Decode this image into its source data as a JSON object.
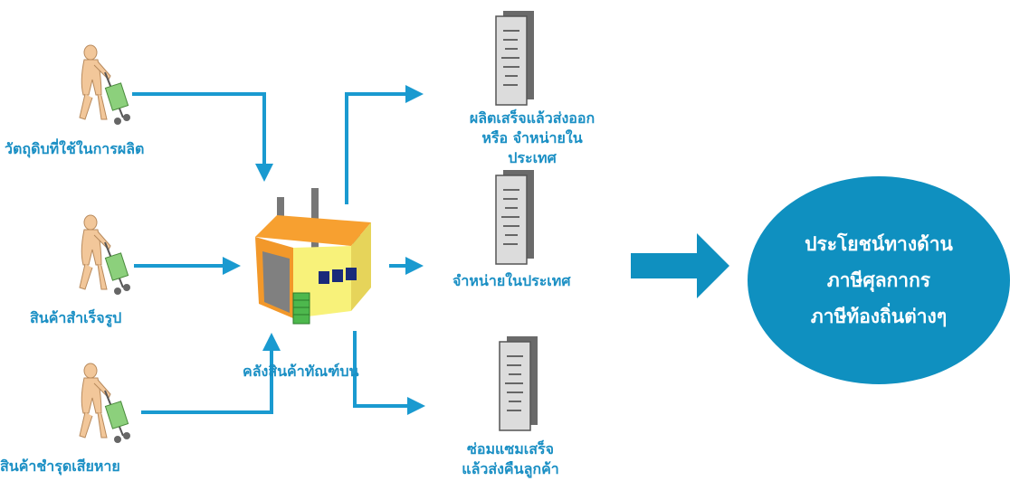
{
  "colors": {
    "flow": "#1a9ad0",
    "text": "#1a8fc4",
    "bubble": "#0f90c0"
  },
  "icons": [
    "worker-with-handtruck-icon",
    "factory-icon",
    "document-icon"
  ],
  "inputs": [
    {
      "label": "วัตถุดิบที่ใช้ในการผลิต"
    },
    {
      "label": "สินค้าสำเร็จรูป"
    },
    {
      "label": "สินค้าชำรุดเสียหาย"
    }
  ],
  "warehouse": {
    "label": "คลังสินค้าทัณฑ์บน"
  },
  "outputs": [
    {
      "lines": [
        "ผลิตเสร็จแล้วส่งออก",
        "หรือ จำหน่ายใน",
        "ประเทศ"
      ]
    },
    {
      "lines": [
        "จำหน่ายในประเทศ"
      ]
    },
    {
      "lines": [
        "ซ่อมแซมเสร็จ",
        "แล้วส่งคืนลูกค้า"
      ]
    }
  ],
  "benefit": {
    "lines": [
      "ประโยชน์ทางด้าน",
      "ภาษีศุลกากร",
      "ภาษีท้องถิ่นต่างๆ"
    ]
  }
}
